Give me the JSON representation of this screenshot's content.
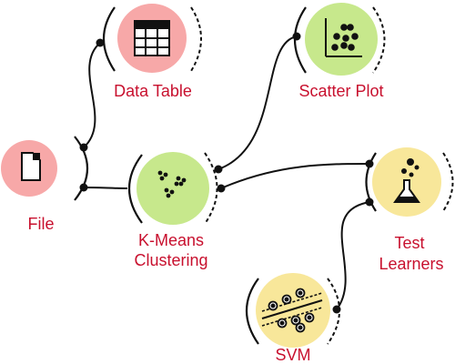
{
  "workflow": {
    "widgets": {
      "file": {
        "label": "File",
        "icon": "file-icon",
        "color": "#f7a8a8"
      },
      "data_table": {
        "label": "Data Table",
        "icon": "table-icon",
        "color": "#f7a8a8"
      },
      "kmeans": {
        "label_line1": "K-Means",
        "label_line2": "Clustering",
        "icon": "clusters-icon",
        "color": "#c7e88c"
      },
      "scatter_plot": {
        "label": "Scatter Plot",
        "icon": "scatter-plot-icon",
        "color": "#c7e88c"
      },
      "test_learners": {
        "label_line1": "Test",
        "label_line2": "Learners",
        "icon": "flask-icon",
        "color": "#f8e79a"
      },
      "svm": {
        "label": "SVM",
        "icon": "svm-icon",
        "color": "#f8e79a"
      }
    },
    "label_color": "#c8102e"
  }
}
